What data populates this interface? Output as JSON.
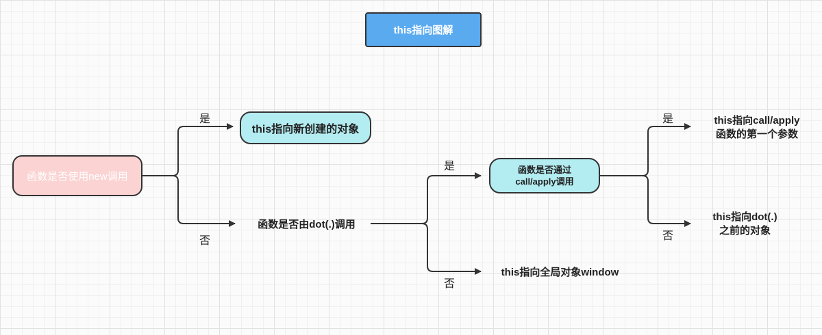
{
  "title": "this指向图解",
  "nodes": {
    "start": "函数是否使用new调用",
    "new_object": "this指向新创建的对象",
    "dot_question": "函数是否由dot(.)调用",
    "call_apply_question": [
      "函数是否通过",
      "call/apply调用"
    ],
    "global": "this指向全局对象window",
    "call_apply_result": [
      "this指向call/apply",
      "函数的第一个参数"
    ],
    "dot_result": [
      "this指向dot(.)",
      "之前的对象"
    ]
  },
  "edges": {
    "yes": "是",
    "no": "否"
  },
  "colors": {
    "title_fill": "#5aaaf0",
    "start_fill": "#fbd3d3",
    "node_fill": "#b3ecf1",
    "line": "#333333"
  }
}
